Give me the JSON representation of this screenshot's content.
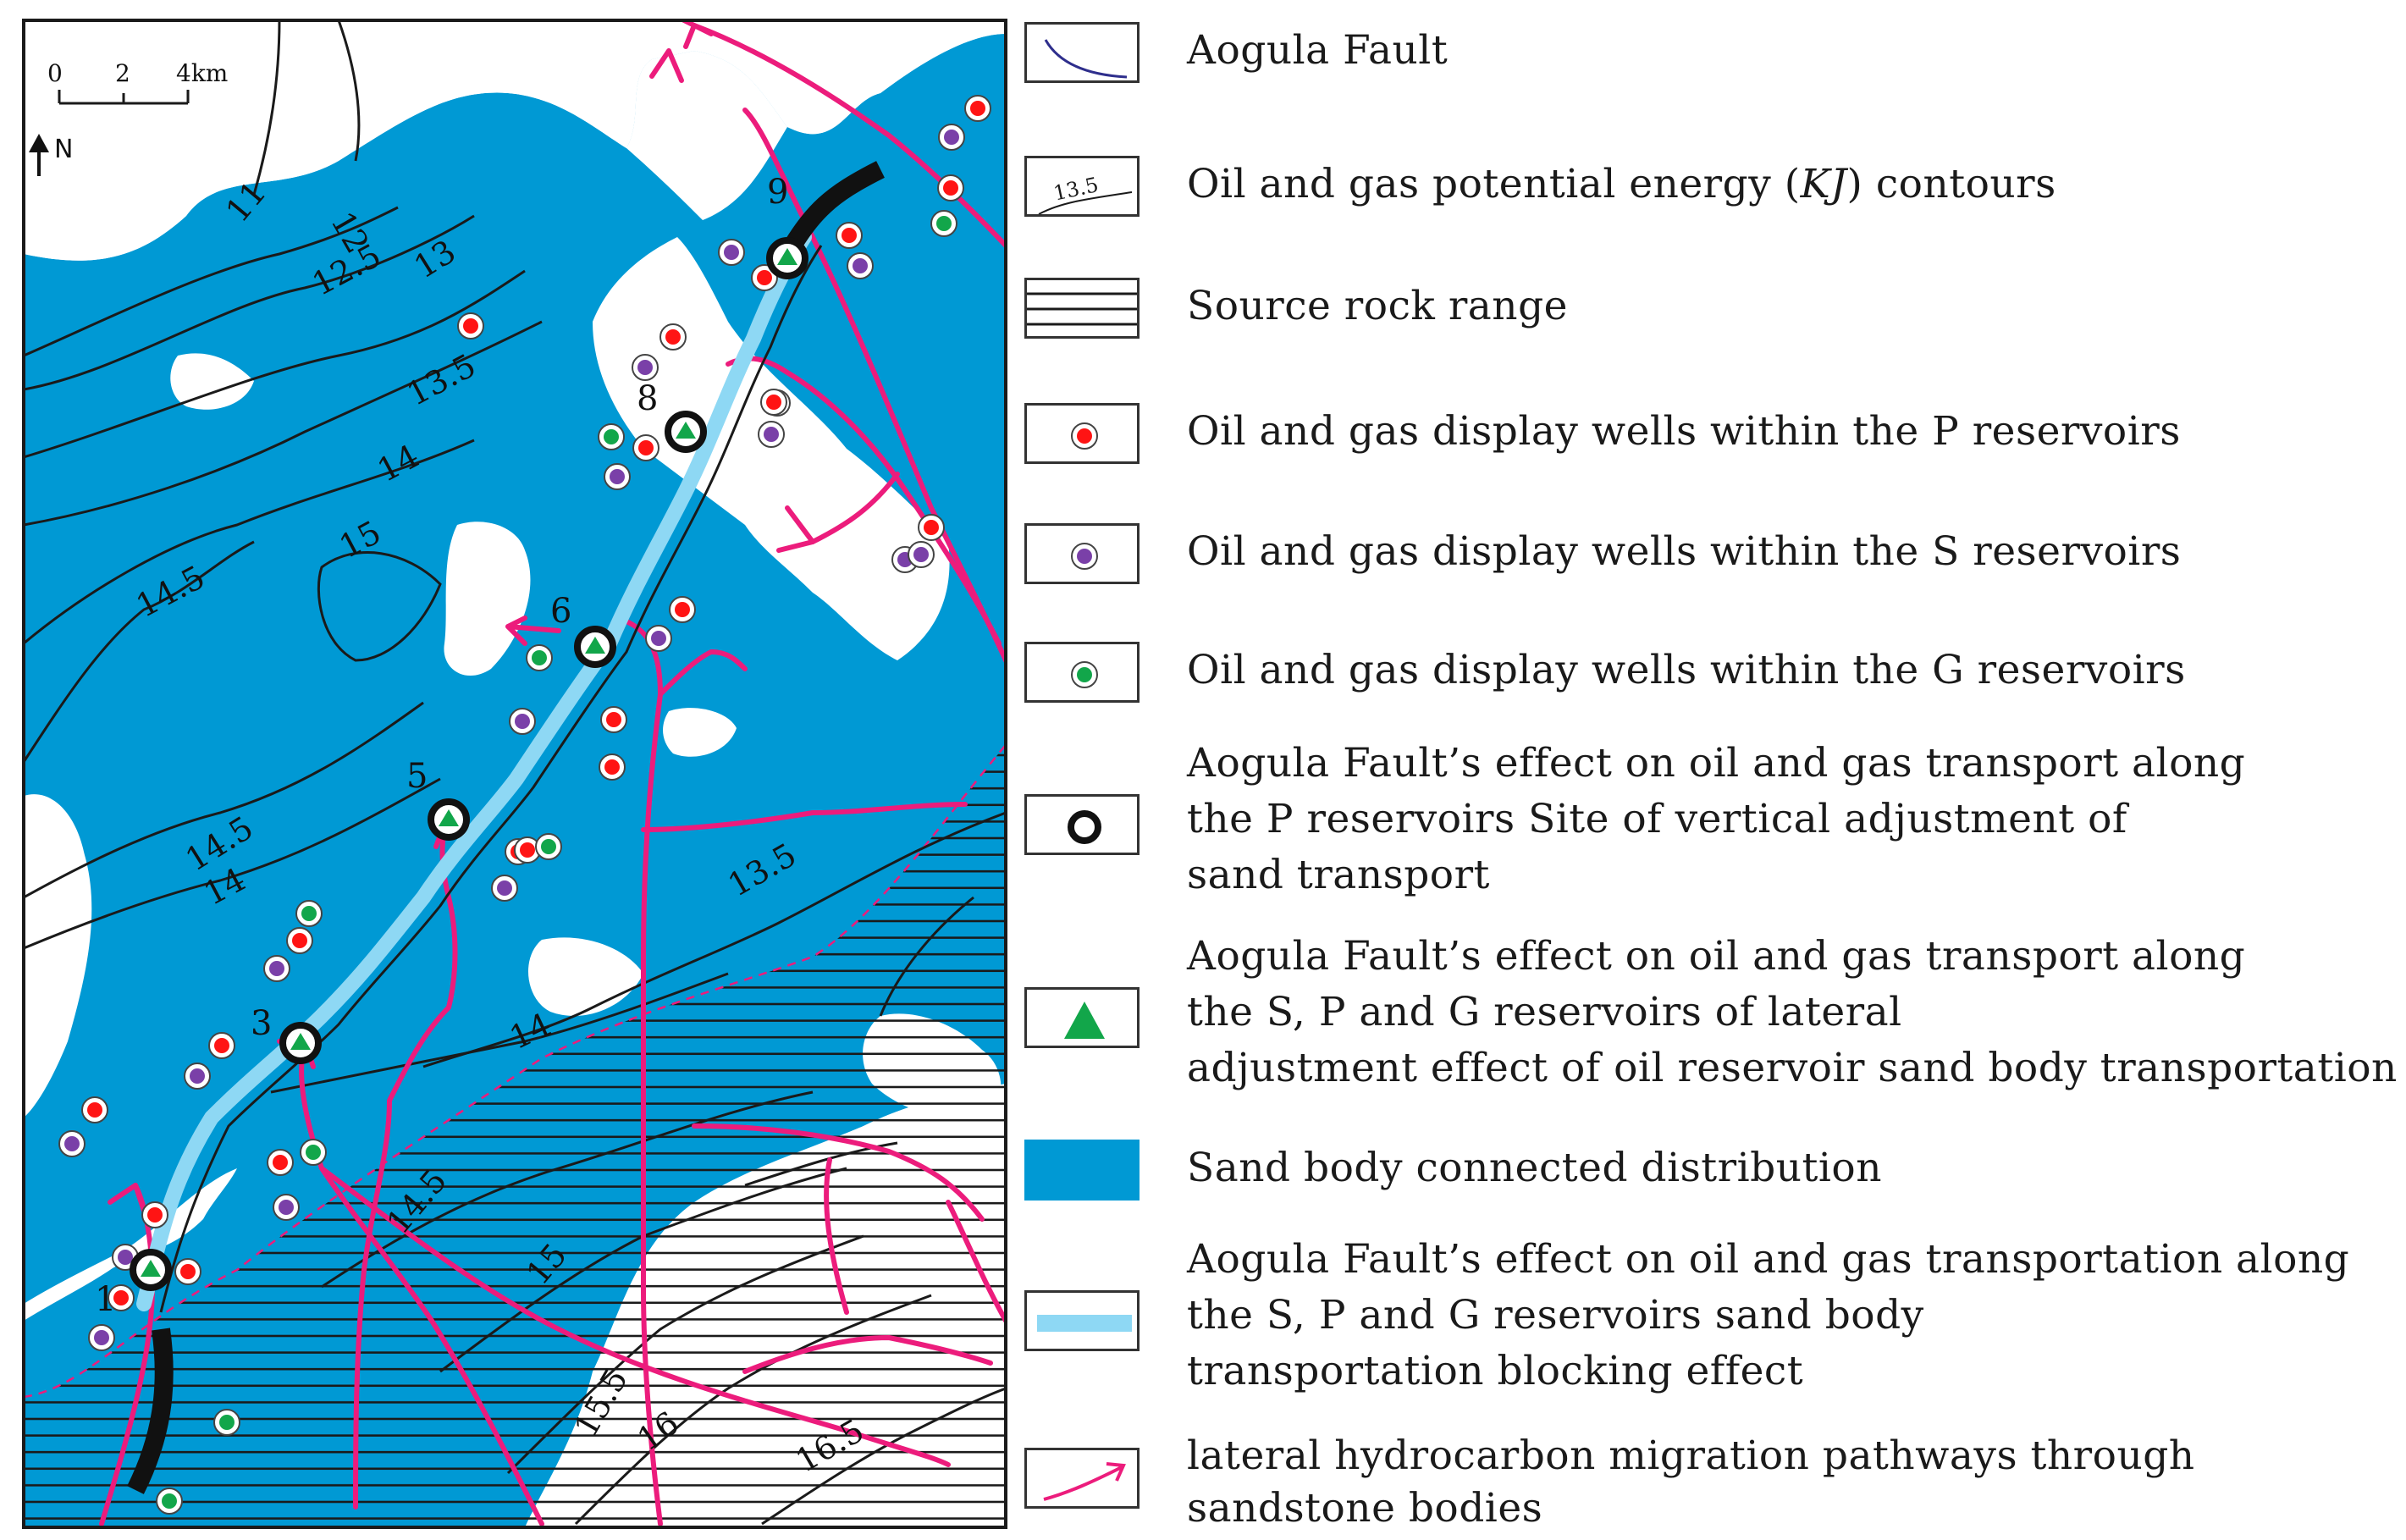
{
  "map": {
    "scale_bar": {
      "ticks": [
        "0",
        "2",
        "4km"
      ]
    },
    "north_label": "N",
    "contour_labels": [
      "11",
      "12",
      "12.5",
      "13",
      "13.5",
      "14",
      "14.5",
      "15",
      "14.5",
      "14",
      "13.5",
      "14",
      "14.5",
      "15",
      "15.5",
      "16",
      "16.5"
    ],
    "site_labels": [
      "9",
      "8",
      "6",
      "5",
      "3",
      "1"
    ]
  },
  "legend": {
    "items": [
      {
        "key": "fault",
        "lines": [
          "Aogula Fault"
        ]
      },
      {
        "key": "contours",
        "sample_text": "13.5",
        "lines_pre": "Oil and gas potential energy (",
        "lines_em": "KJ",
        "lines_post": ") contours"
      },
      {
        "key": "source",
        "lines": [
          "Source rock range"
        ]
      },
      {
        "key": "well-p",
        "lines": [
          "Oil and gas display wells within the P reservoirs"
        ]
      },
      {
        "key": "well-s",
        "lines": [
          "Oil and gas display wells within the S reservoirs"
        ]
      },
      {
        "key": "well-g",
        "lines": [
          "Oil and gas display wells within the G reservoirs"
        ]
      },
      {
        "key": "vertical",
        "lines": [
          "Aogula Fault’s effect on oil and gas transport along",
          "the P reservoirs Site of vertical adjustment of",
          "sand transport"
        ]
      },
      {
        "key": "lateral",
        "lines": [
          "Aogula Fault’s effect on oil and gas transport along",
          "the S, P  and G reservoirs of lateral",
          "adjustment effect of oil reservoir sand body transportation"
        ]
      },
      {
        "key": "sand",
        "lines": [
          "Sand body connected distribution"
        ]
      },
      {
        "key": "blocking",
        "lines": [
          "Aogula Fault’s effect on oil and gas transportation along",
          "the S, P and G reservoirs sand body",
          "transportation blocking effect"
        ]
      },
      {
        "key": "pathway",
        "lines": [
          "lateral hydrocarbon migration pathways through",
          "sandstone bodies"
        ]
      }
    ]
  },
  "colors": {
    "sand": "#0099d4",
    "migration": "#ec1c7c",
    "blocking": "#8ed8f4",
    "fault_sample": "#2e2e8c",
    "well_p": "#ff1414",
    "well_s": "#7a40a8",
    "well_g": "#12a64a",
    "site_triangle": "#12a64a"
  }
}
